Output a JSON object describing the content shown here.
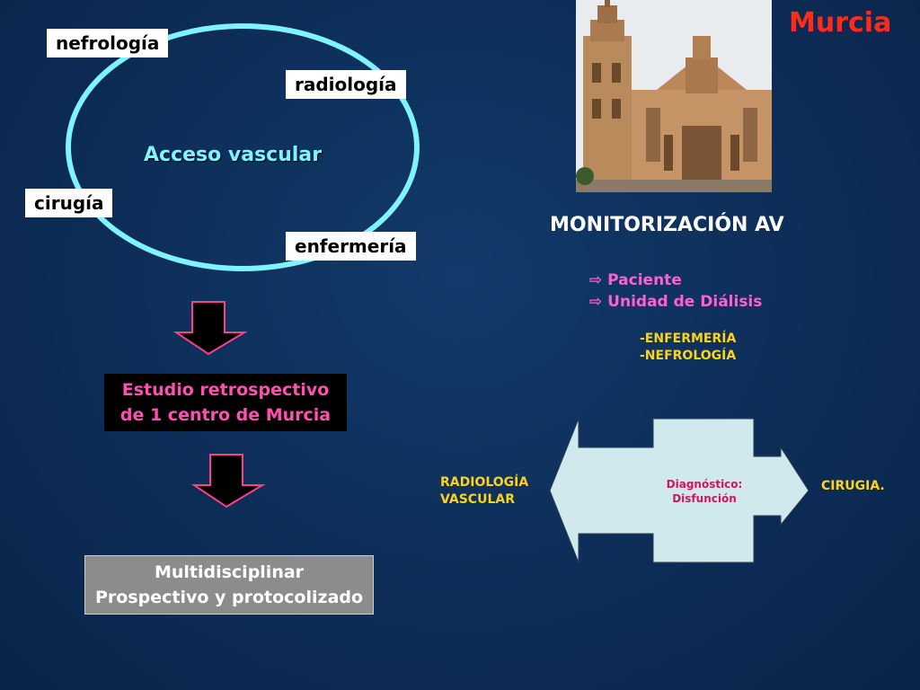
{
  "cycle": {
    "center": "Acceso vascular",
    "nodes": {
      "nefrologia": "nefrología",
      "radiologia": "radiología",
      "cirugia": "cirugía",
      "enfermeria": "enfermería"
    }
  },
  "study": {
    "line1": "Estudio retrospectivo",
    "line2": "de 1 centro de Murcia"
  },
  "multi": {
    "line1": "Multidisciplinar",
    "line2": "Prospectivo y protocolizado"
  },
  "murcia_title": "Murcia",
  "monitor": {
    "title": "MONITORIZACIÓN AV",
    "bullets": [
      "Paciente",
      "Unidad de Diálisis"
    ],
    "sub": [
      "-ENFERMERÍA",
      "-NEFROLOGÍA"
    ]
  },
  "arrow_diagram": {
    "left_line1": "RADIOLOGÍA",
    "left_line2": "VASCULAR",
    "center_line1": "Diagnóstico:",
    "center_line2": "Disfunción",
    "right": "CIRUGIA."
  },
  "colors": {
    "background": "#0d2d57",
    "ellipse": "#7ff3ff",
    "arrow_fill": "#000000",
    "arrow_outline": "#ff3f8a",
    "murcia_red": "#ff2a1a",
    "bullet_pink": "#ff5fd0",
    "yellow": "#ffd21a",
    "diagram_fill": "#cfe9ec"
  },
  "icons": {
    "bullet": "right-arrow-outline-icon",
    "photo": "cathedral-photo"
  }
}
